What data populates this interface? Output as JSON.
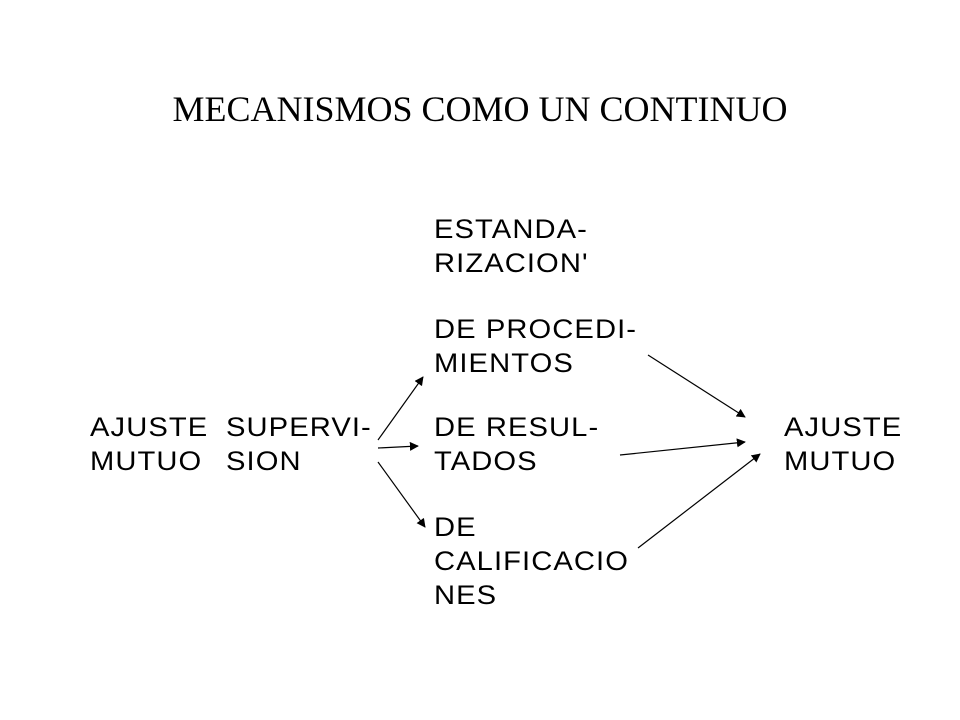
{
  "title": "MECANISMOS COMO UN CONTINUO",
  "nodes": {
    "left_adjust": [
      "AJUSTE",
      "MUTUO"
    ],
    "supervision": [
      "SUPERVI-",
      "SION"
    ],
    "standardization_header": [
      "ESTANDA-",
      "RIZACION'"
    ],
    "procedures": [
      "DE PROCEDI-",
      "MIENTOS"
    ],
    "results": [
      "DE RESUL-",
      "TADOS"
    ],
    "qualifications": [
      "DE",
      "CALIFICACIO",
      "NES"
    ],
    "right_adjust": [
      "AJUSTE",
      "MUTUO"
    ]
  },
  "colors": {
    "text": "#000000",
    "arrow": "#000000",
    "background": "#ffffff"
  }
}
